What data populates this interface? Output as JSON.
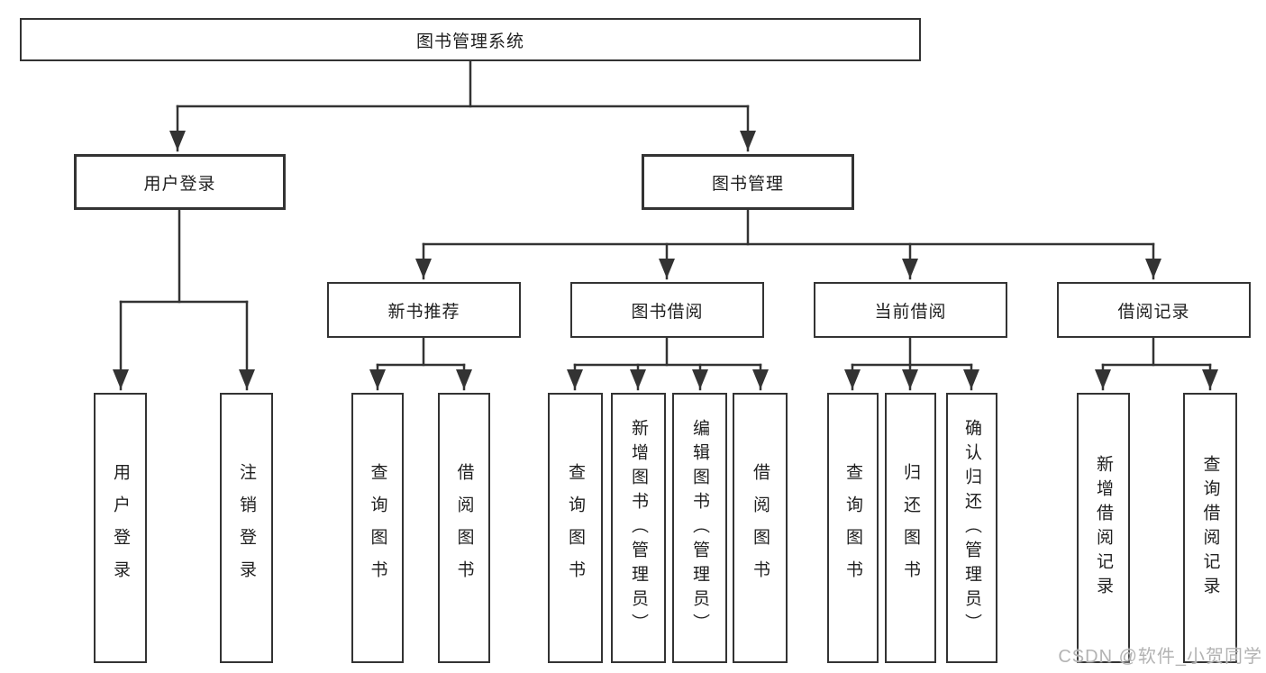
{
  "colors": {
    "line": "#333333",
    "box_border": "#333333",
    "text": "#1f1f1f",
    "background": "#ffffff",
    "watermark": "#b3b3b3"
  },
  "chart": {
    "type": "tree-diagram",
    "root": "图书管理系统",
    "level2": [
      "用户登录",
      "图书管理"
    ],
    "level3": [
      "新书推荐",
      "图书借阅",
      "当前借阅",
      "借阅记录"
    ],
    "leaves": {
      "user": [
        "用户登录",
        "注销登录"
      ],
      "recommend": [
        "查询图书",
        "借阅图书"
      ],
      "borrow": [
        "查询图书",
        "新增图书（管理员）",
        "编辑图书（管理员）",
        "借阅图书"
      ],
      "current": [
        "查询图书",
        "归还图书",
        "确认归还（管理员）"
      ],
      "records": [
        "新增借阅记录",
        "查询借阅记录"
      ]
    }
  },
  "watermark": "CSDN @软件_小贺同学"
}
